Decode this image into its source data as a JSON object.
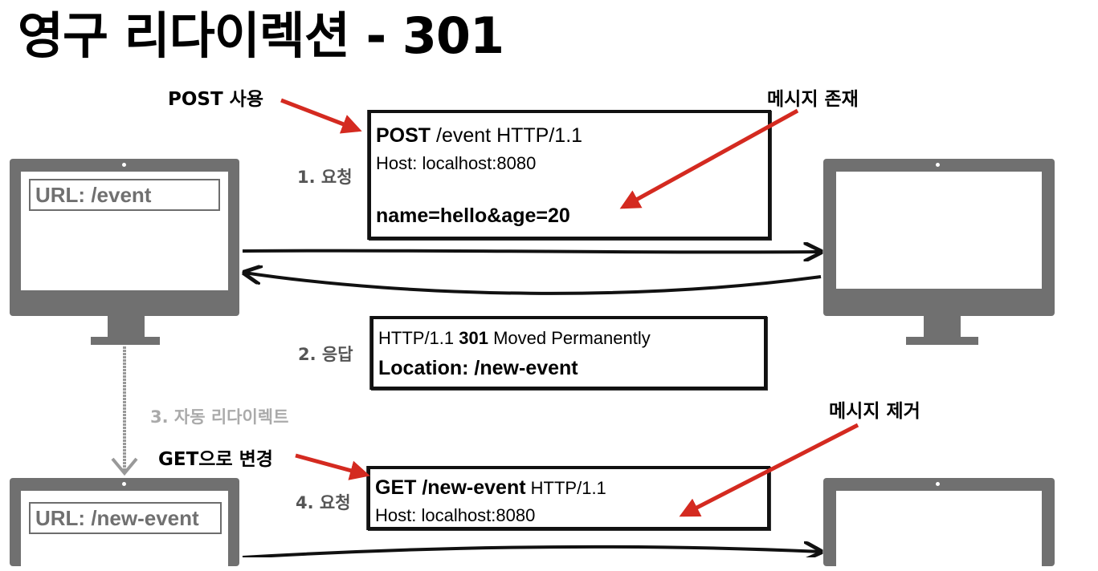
{
  "title": "영구 리다이렉션 - 301",
  "annotations": {
    "post_use": "POST 사용",
    "message_exists": "메시지 존재",
    "get_change": "GET으로 변경",
    "message_removed": "메시지 제거"
  },
  "steps": {
    "request1": "1. 요청",
    "response": "2. 응답",
    "auto_redirect": "3. 자동 리다이렉트",
    "request4": "4. 요청"
  },
  "client_top": {
    "url": "URL: /event"
  },
  "client_bottom": {
    "url": "URL: /new-event"
  },
  "request1": {
    "method": "POST",
    "line_rest": " /event HTTP/1.1",
    "host": "Host: localhost:8080",
    "body": "name=hello&age=20"
  },
  "response": {
    "proto": "HTTP/1.1 ",
    "code": "301",
    "reason": " Moved Permanently",
    "location": "Location: /new-event"
  },
  "request4": {
    "line_bold": "GET /new-event",
    "line_rest": " HTTP/1.1",
    "host": "Host: localhost:8080"
  },
  "colors": {
    "arrow_red": "#d42a20",
    "monitor_gray": "#707070",
    "line_black": "#111111"
  }
}
